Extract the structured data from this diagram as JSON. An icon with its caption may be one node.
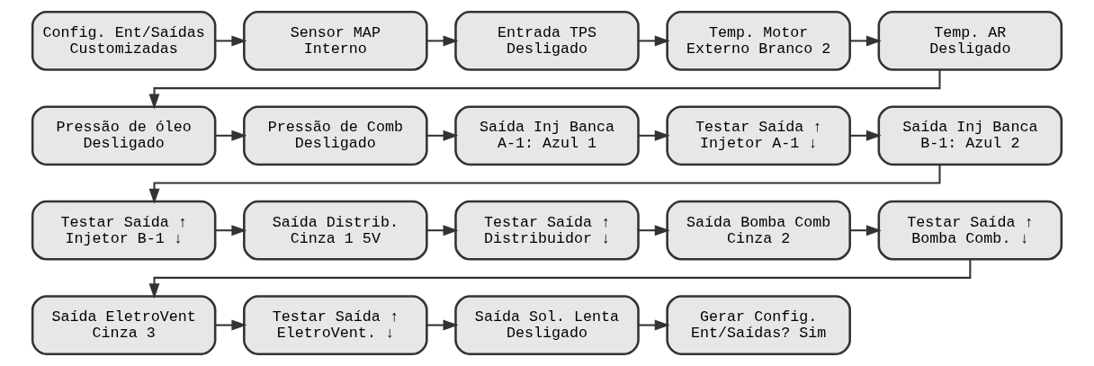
{
  "diagram": {
    "nodes": [
      {
        "text": [
          "Config. Ent/Saídas",
          "Customizadas"
        ]
      },
      {
        "text": [
          "Sensor MAP",
          "Interno"
        ]
      },
      {
        "text": [
          "Entrada TPS",
          "Desligado"
        ]
      },
      {
        "text": [
          "Temp. Motor",
          "Externo Branco 2"
        ]
      },
      {
        "text": [
          "Temp. AR",
          "Desligado"
        ]
      },
      {
        "text": [
          "Pressão de óleo",
          "Desligado"
        ]
      },
      {
        "text": [
          "Pressão de Comb",
          "Desligado"
        ]
      },
      {
        "text": [
          "Saída Inj Banca",
          "A-1: Azul 1"
        ]
      },
      {
        "text": [
          "Testar Saída ↑",
          "Injetor A-1 ↓"
        ]
      },
      {
        "text": [
          "Saída Inj Banca",
          "B-1: Azul 2"
        ]
      },
      {
        "text": [
          "Testar Saída ↑",
          "Injetor B-1 ↓"
        ]
      },
      {
        "text": [
          "Saída Distrib.",
          "Cinza 1 5V"
        ]
      },
      {
        "text": [
          "Testar Saída ↑",
          "Distribuidor ↓"
        ]
      },
      {
        "text": [
          "Saída Bomba Comb",
          "Cinza 2"
        ]
      },
      {
        "text": [
          "Testar Saída ↑",
          "Bomba Comb. ↓"
        ]
      },
      {
        "text": [
          "Saída EletroVent",
          "Cinza 3"
        ]
      },
      {
        "text": [
          "Testar Saída ↑",
          "EletroVent. ↓"
        ]
      },
      {
        "text": [
          "Saída Sol. Lenta",
          "Desligado"
        ]
      },
      {
        "text": [
          "Gerar Config.",
          "Ent/Saídas? Sim"
        ]
      }
    ],
    "edges": [
      {
        "from": 0,
        "to": 1,
        "arrow": "to"
      },
      {
        "from": 1,
        "to": 2,
        "arrow": "to"
      },
      {
        "from": 2,
        "to": 3,
        "arrow": "to"
      },
      {
        "from": 3,
        "to": 4,
        "arrow": "to"
      },
      {
        "from": 4,
        "to": 5,
        "arrow": "to"
      },
      {
        "from": 5,
        "to": 6,
        "arrow": "to"
      },
      {
        "from": 6,
        "to": 7,
        "arrow": "to"
      },
      {
        "from": 7,
        "to": 8,
        "arrow": "to"
      },
      {
        "from": 8,
        "to": 9,
        "arrow": "to"
      },
      {
        "from": 9,
        "to": 10,
        "arrow": "to"
      },
      {
        "from": 10,
        "to": 11,
        "arrow": "to"
      },
      {
        "from": 11,
        "to": 12,
        "arrow": "to"
      },
      {
        "from": 12,
        "to": 13,
        "arrow": "to"
      },
      {
        "from": 13,
        "to": 14,
        "arrow": "to"
      },
      {
        "from": 14,
        "to": 15,
        "arrow": "to"
      },
      {
        "from": 15,
        "to": 16,
        "arrow": "to"
      },
      {
        "from": 16,
        "to": 17,
        "arrow": "to"
      },
      {
        "from": 17,
        "to": 18,
        "arrow": "to"
      }
    ]
  }
}
